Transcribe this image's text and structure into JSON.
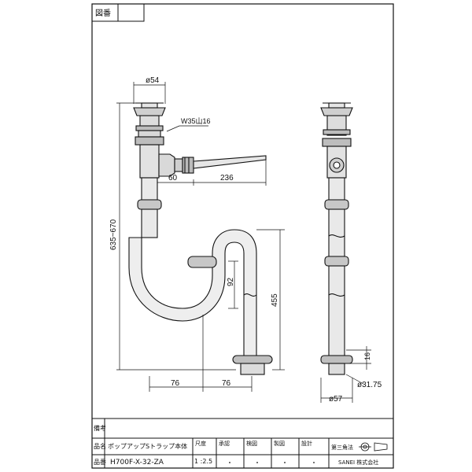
{
  "header": {
    "drawing_number_label": "図番"
  },
  "dimensions": {
    "top_diameter": "ø54",
    "thread": "W35山16",
    "lever_offset": "60",
    "lever_length": "236",
    "total_height": "635~670",
    "trap_height": "92",
    "outlet_height": "455",
    "outlet_offset_left": "76",
    "outlet_offset_right": "76",
    "side_height": "16",
    "side_diameter": "ø31.75",
    "side_base_diameter": "ø57"
  },
  "title_block": {
    "notes_label": "備考",
    "product_name_label": "品名",
    "product_name": "ポップアップSトラップ本体",
    "scale_label": "尺度",
    "scale_value": "1 :2.5",
    "approved_label": "承認",
    "checked_label": "検図",
    "drawn_label": "製図",
    "designed_label": "設計",
    "projection_label": "第三角法",
    "product_no_label": "品番",
    "product_no": "H700F-X-32-ZA",
    "company": "SANEI 株式会社"
  }
}
